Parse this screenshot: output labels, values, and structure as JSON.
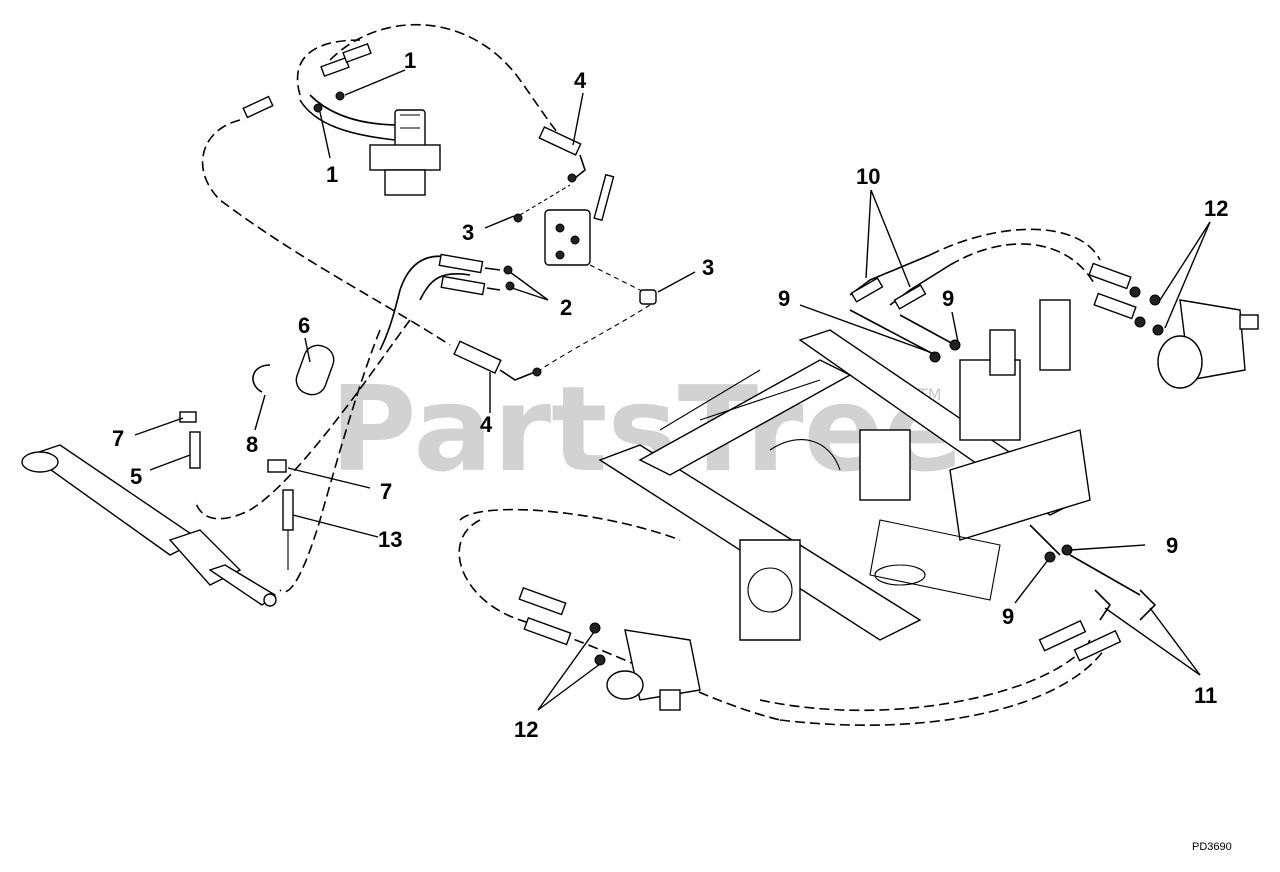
{
  "diagram": {
    "watermark": "PartsTree",
    "trademark": "TM",
    "drawing_id": "PD3690",
    "callouts": [
      {
        "id": "c1a",
        "text": "1"
      },
      {
        "id": "c1b",
        "text": "1"
      },
      {
        "id": "c4a",
        "text": "4"
      },
      {
        "id": "c3a",
        "text": "3"
      },
      {
        "id": "c3b",
        "text": "3"
      },
      {
        "id": "c2",
        "text": "2"
      },
      {
        "id": "c6",
        "text": "6"
      },
      {
        "id": "c4b",
        "text": "4"
      },
      {
        "id": "c8",
        "text": "8"
      },
      {
        "id": "c7a",
        "text": "7"
      },
      {
        "id": "c5",
        "text": "5"
      },
      {
        "id": "c7b",
        "text": "7"
      },
      {
        "id": "c13",
        "text": "13"
      },
      {
        "id": "c10",
        "text": "10"
      },
      {
        "id": "c12a",
        "text": "12"
      },
      {
        "id": "c9a",
        "text": "9"
      },
      {
        "id": "c9b",
        "text": "9"
      },
      {
        "id": "c9c",
        "text": "9"
      },
      {
        "id": "c9d",
        "text": "9"
      },
      {
        "id": "c11",
        "text": "11"
      },
      {
        "id": "c12b",
        "text": "12"
      }
    ]
  }
}
